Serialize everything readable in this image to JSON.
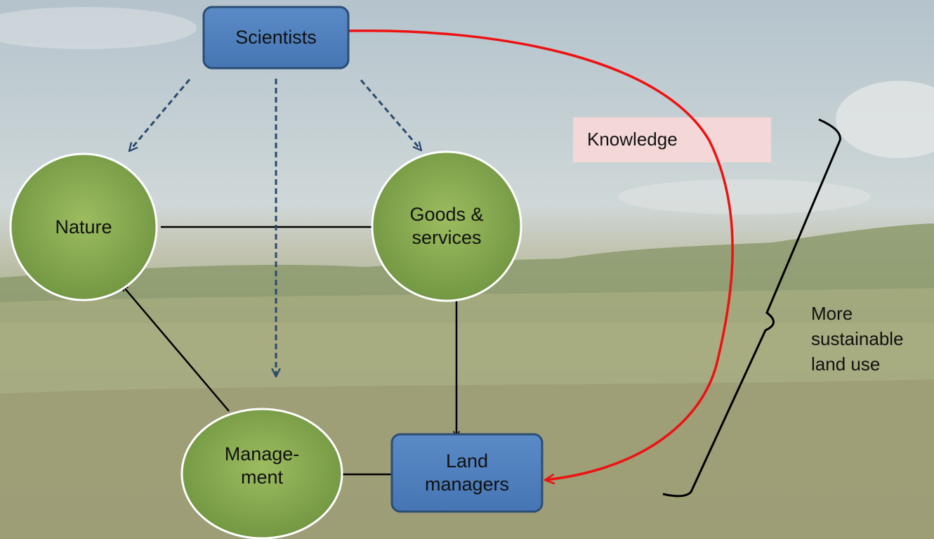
{
  "nodes": {
    "scientists": "Scientists",
    "nature": "Nature",
    "goods_services": "Goods &\nservices",
    "management": "Manage-\nment",
    "land_managers": "Land\nmanagers"
  },
  "labels": {
    "knowledge": "Knowledge",
    "outcome": "More\nsustainable\nland use"
  },
  "colors": {
    "box_fill": "#4f81bd",
    "box_border": "#2c4d75",
    "circle_fill": "#8fae52",
    "knowledge_link": "#ee1111",
    "dashed_link": "#2a4a70",
    "solid_link": "#000000"
  }
}
